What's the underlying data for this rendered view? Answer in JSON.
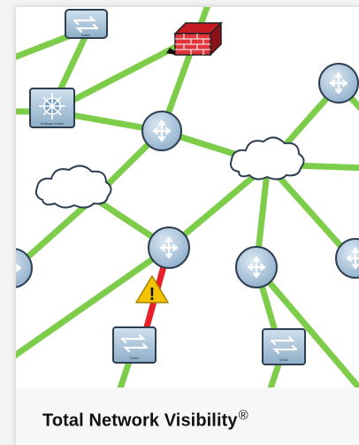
{
  "card": {
    "title": "Total Network Visibility",
    "registered_mark": "®"
  },
  "diagram": {
    "devices": [
      {
        "name": "switch",
        "label": "Switch"
      },
      {
        "name": "firewall",
        "label": ""
      },
      {
        "name": "multilayer-switch",
        "label": "Multilayer Switch"
      },
      {
        "name": "router",
        "label": ""
      },
      {
        "name": "cloud",
        "label": ""
      },
      {
        "name": "warning",
        "label": "!"
      }
    ],
    "alert_link": {
      "from": "router-center",
      "to": "switch-bottom-left",
      "status": "alert"
    }
  },
  "colors": {
    "link": "#7dcd4a",
    "alert_link": "#e8202a",
    "router_fill": "#a8c4dc",
    "cloud_fill": "#ffffff",
    "firewall_brick": "#d8242c",
    "warning_fill": "#f5c400"
  }
}
